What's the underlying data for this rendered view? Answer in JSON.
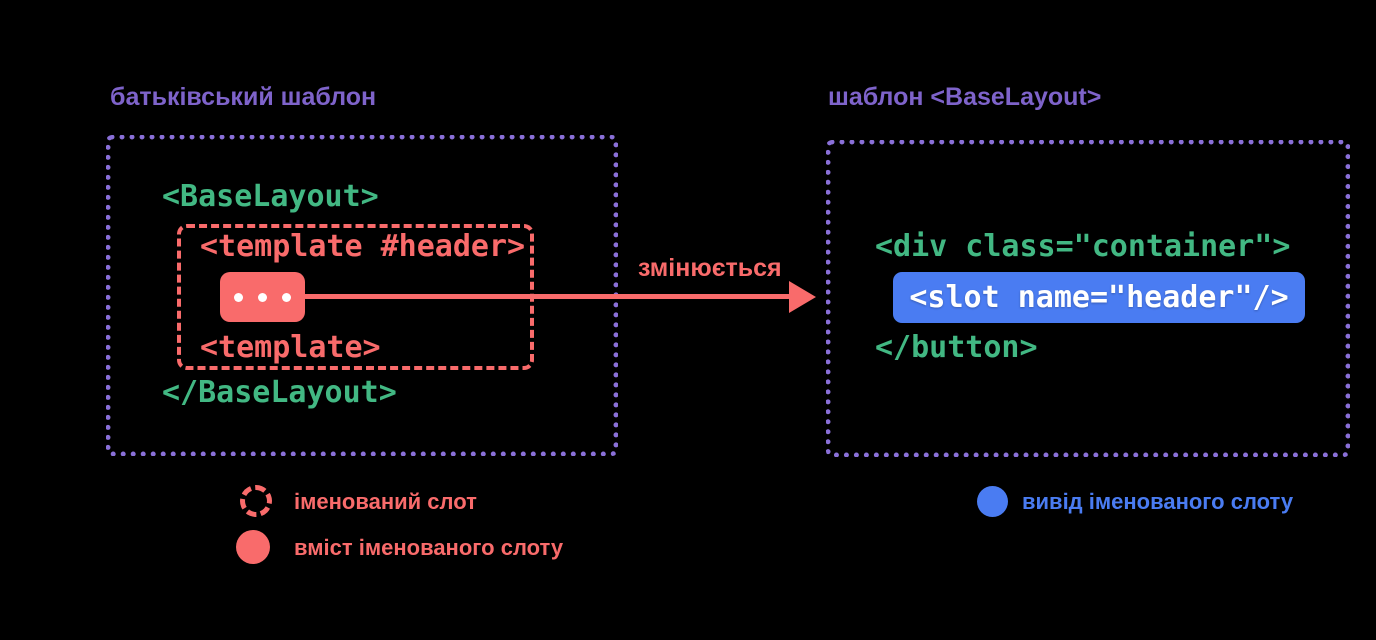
{
  "diagram": {
    "left_panel": {
      "title": "батьківський шаблон",
      "code": {
        "open_tag": "<BaseLayout>",
        "template_open_tag": "<template #header>",
        "template_close_tag": "<template>",
        "close_tag": "</BaseLayout>"
      },
      "slot_content_icon": "ellipsis-dots"
    },
    "arrow": {
      "label": "змінюється",
      "direction": "left-to-right"
    },
    "right_panel": {
      "title": "шаблон <BaseLayout>",
      "code": {
        "div_open_tag": "<div class=\"container\">",
        "slot_tag": "<slot name=\"header\"/>",
        "close_tag": "</button>"
      }
    },
    "legend": [
      {
        "icon": "dashed-circle-icon",
        "color": "#f96b6b",
        "label": "іменований слот"
      },
      {
        "icon": "filled-circle-icon",
        "color": "#f96b6b",
        "label": "вміст іменованого слоту"
      },
      {
        "icon": "filled-circle-icon",
        "color": "#4a7cf2",
        "label": "вивід іменованого слоту"
      }
    ],
    "colors": {
      "background": "#000000",
      "purple_title": "#7e63ca",
      "purple_border": "#8a70d8",
      "green_code": "#42b883",
      "red": "#f96b6b",
      "blue": "#4a7cf2",
      "slot_text": "#ffffff"
    }
  }
}
